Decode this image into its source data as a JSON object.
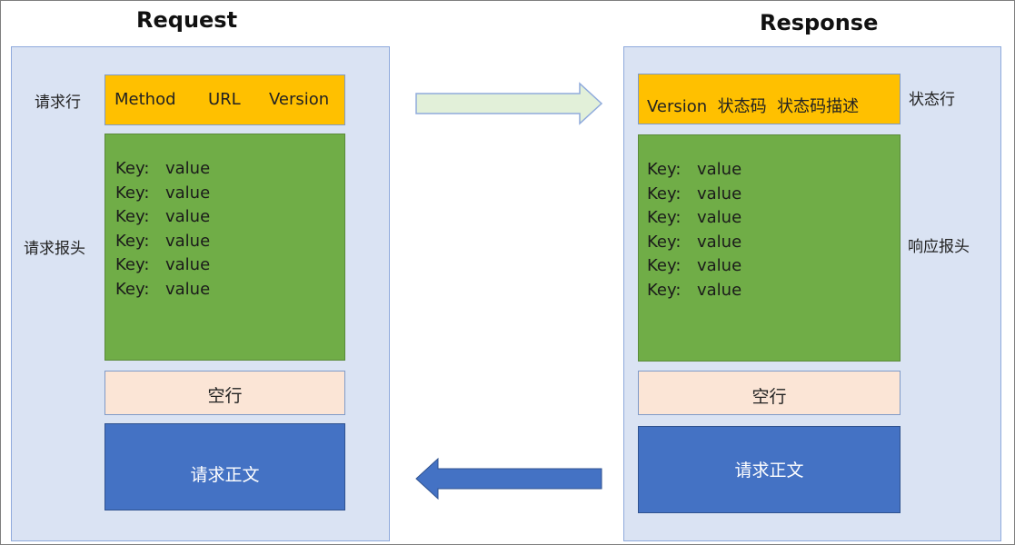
{
  "request": {
    "title": "Request",
    "labels": {
      "request_line": "请求行",
      "headers": "请求报头"
    },
    "request_line": {
      "method": "Method",
      "url": "URL",
      "version": "Version"
    },
    "headers": [
      {
        "key": "Key:",
        "value": "value"
      },
      {
        "key": "Key:",
        "value": "value"
      },
      {
        "key": "Key:",
        "value": "value"
      },
      {
        "key": "Key:",
        "value": "value"
      },
      {
        "key": "Key:",
        "value": "value"
      },
      {
        "key": "Key:",
        "value": "value"
      }
    ],
    "blank_line": "空行",
    "body": "请求正文"
  },
  "response": {
    "title": "Response",
    "labels": {
      "status_line": "状态行",
      "headers": "响应报头"
    },
    "status_line": "Version  状态码  状态码描述",
    "headers": [
      {
        "key": "Key:",
        "value": "value"
      },
      {
        "key": "Key:",
        "value": "value"
      },
      {
        "key": "Key:",
        "value": "value"
      },
      {
        "key": "Key:",
        "value": "value"
      },
      {
        "key": "Key:",
        "value": "value"
      },
      {
        "key": "Key:",
        "value": "value"
      }
    ],
    "blank_line": "空行",
    "body": "请求正文"
  },
  "colors": {
    "panel": "#dae3f3",
    "line_box": "#ffc000",
    "headers_box": "#70ad47",
    "blank_box": "#fbe5d6",
    "body_box": "#4472c4",
    "arrow_request": "#e2f0d9",
    "arrow_response": "#4472c4"
  }
}
